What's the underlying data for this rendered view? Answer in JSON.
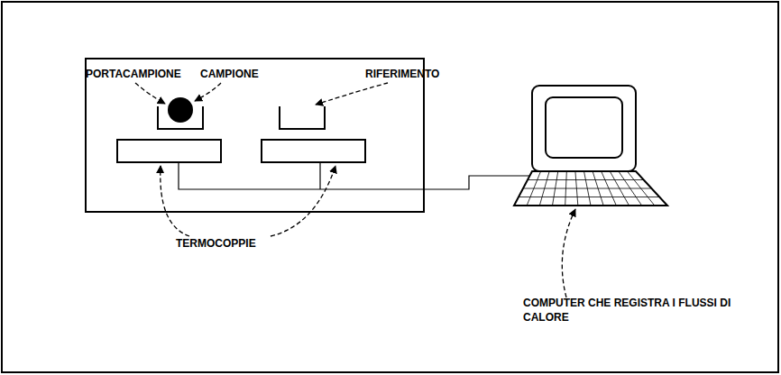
{
  "diagram": {
    "labels": [
      "PORTACAMPIONE",
      "CAMPIONE",
      "RIFERIMENTO",
      "TERMOCOPPIE",
      "COMPUTER CHE REGISTRA I FLUSSI DI CALORE"
    ]
  }
}
